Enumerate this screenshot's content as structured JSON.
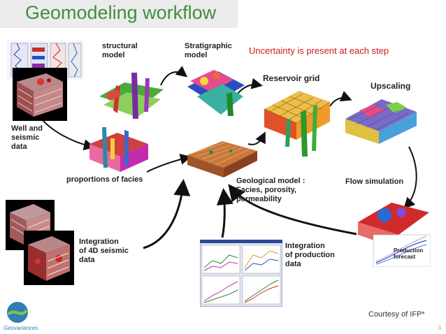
{
  "title": "Geomodeling workflow",
  "uncertainty_note": "Uncertainty is present at each step",
  "labels": {
    "structural": [
      "structural",
      "model"
    ],
    "stratigraphic": [
      "Stratigraphic",
      "model"
    ],
    "reservoir": "Reservoir grid",
    "upscaling": "Upscaling",
    "well": [
      "Well and",
      "seismic",
      "data"
    ],
    "facies": "proportions of facies",
    "geological": [
      "Geological model :",
      "Facies, porosity,",
      "permeability"
    ],
    "flow": "Flow simulation",
    "seismic4d": [
      "Integration",
      "of 4D seismic",
      "data"
    ],
    "production": [
      "Integration",
      "of production",
      "data"
    ],
    "forecast": [
      "Production",
      "forecast"
    ]
  },
  "courtesy": "Courtesy of IFP*",
  "page_number": "3",
  "logo": "Geovariances",
  "colors": {
    "title": "#3f8f3c",
    "note": "#d11a1a",
    "arrow": "#111111"
  }
}
